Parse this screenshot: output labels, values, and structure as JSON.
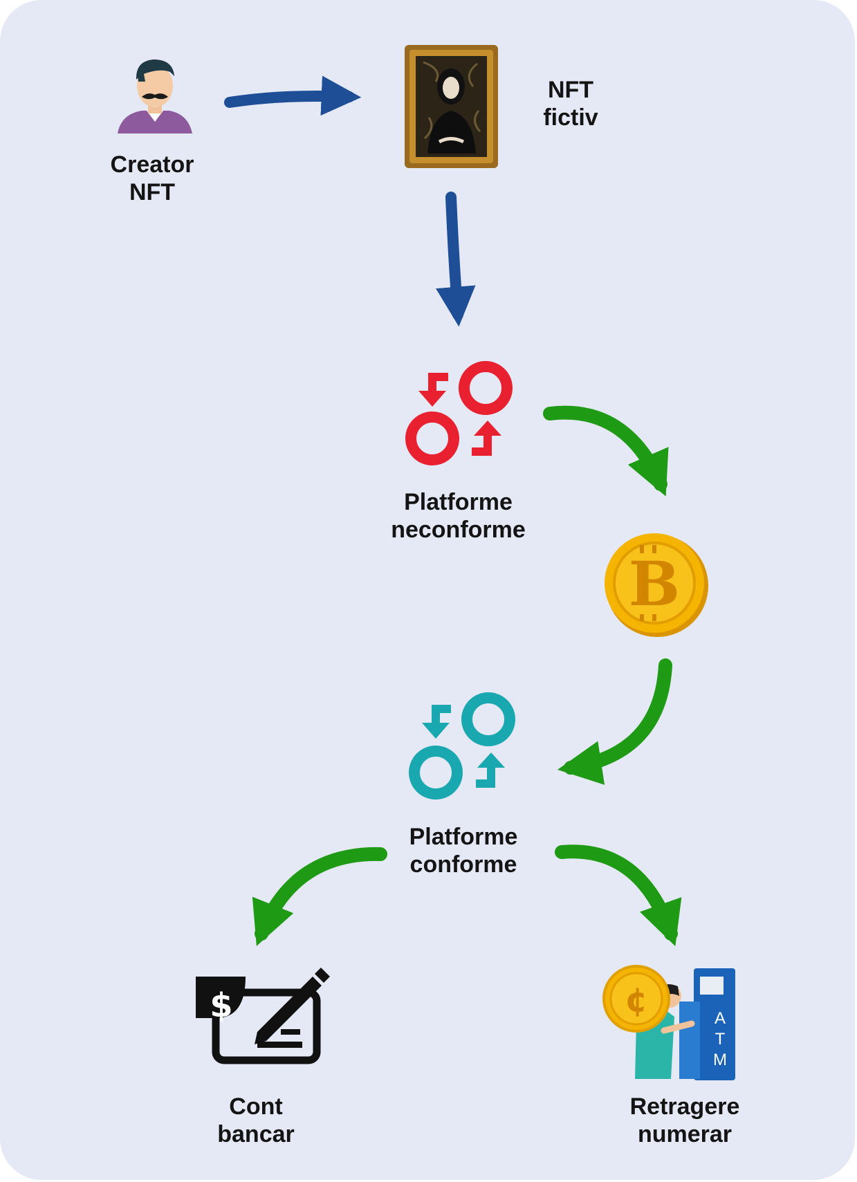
{
  "diagram": {
    "nodes": {
      "creator": {
        "line1": "Creator",
        "line2": "NFT",
        "icon": "person-mustache-icon"
      },
      "fake_nft": {
        "line1": "NFT",
        "line2": "fictiv",
        "icon": "framed-portrait-icon"
      },
      "noncompliant": {
        "line1": "Platforme",
        "line2": "neconforme",
        "icon": "exchange-icon",
        "color": "#e8202f"
      },
      "crypto": {
        "icon": "bitcoin-coin-icon",
        "color": "#f2b705"
      },
      "compliant": {
        "line1": "Platforme",
        "line2": "conforme",
        "icon": "exchange-icon",
        "color": "#1aa8b0"
      },
      "bank": {
        "line1": "Cont",
        "line2": "bancar",
        "icon": "bank-check-icon"
      },
      "cash": {
        "line1": "Retragere",
        "line2": "numerar",
        "icon": "atm-withdrawal-icon",
        "atm_text": "ATM"
      }
    },
    "arrow_colors": {
      "blue": "#1d4e96",
      "green": "#1f9a14"
    }
  }
}
